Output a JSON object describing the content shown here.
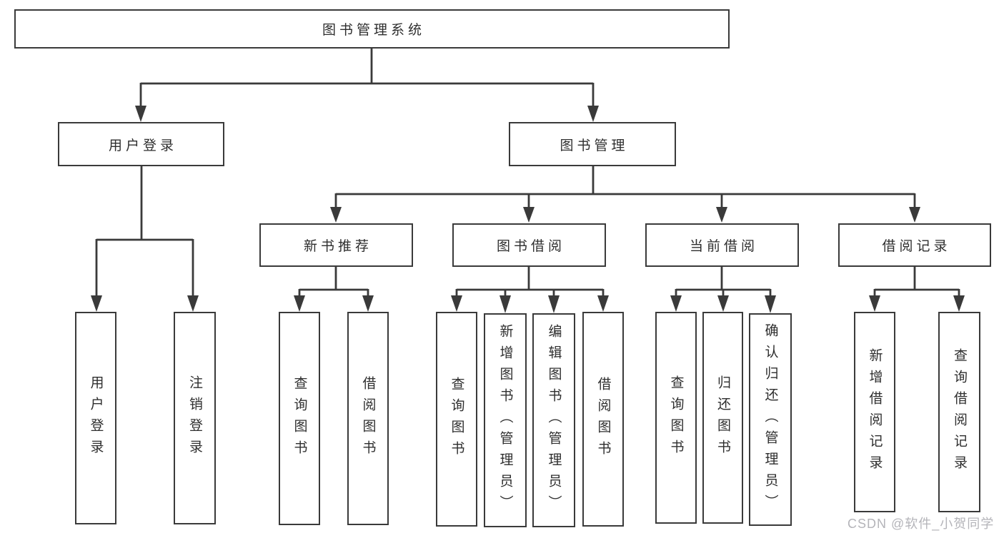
{
  "diagram": {
    "root": {
      "label": "图书管理系统"
    },
    "level2": [
      {
        "label": "用户登录"
      },
      {
        "label": "图书管理"
      }
    ],
    "level3": [
      {
        "label": "新书推荐"
      },
      {
        "label": "图书借阅"
      },
      {
        "label": "当前借阅"
      },
      {
        "label": "借阅记录"
      }
    ],
    "leaves": {
      "user_login": [
        {
          "label": "用户登录"
        },
        {
          "label": "注销登录"
        }
      ],
      "new_book": [
        {
          "label": "查询图书"
        },
        {
          "label": "借阅图书"
        }
      ],
      "book_borrow": [
        {
          "label": "查询图书"
        },
        {
          "label": "新增图书（管理员）"
        },
        {
          "label": "编辑图书（管理员）"
        },
        {
          "label": "借阅图书"
        }
      ],
      "current_borrow": [
        {
          "label": "查询图书"
        },
        {
          "label": "归还图书"
        },
        {
          "label": "确认归还（管理员）"
        }
      ],
      "borrow_record": [
        {
          "label": "新增借阅记录"
        },
        {
          "label": "查询借阅记录"
        }
      ]
    }
  },
  "watermark": {
    "text": "CSDN @软件_小贺同学"
  },
  "theme": {
    "line": "#3a3a3a",
    "border": "#3a3a3a",
    "text": "#2e2e2e",
    "watermark": "#b4b4b9",
    "background": "#ffffff"
  }
}
